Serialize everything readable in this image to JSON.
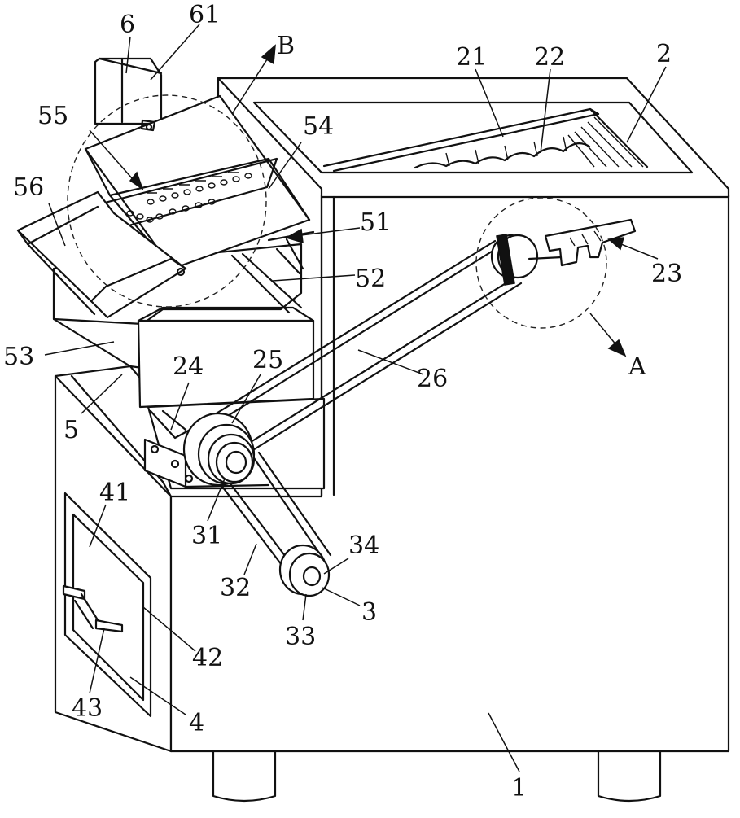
{
  "figure": {
    "labels": {
      "l1": "1",
      "l2": "2",
      "l21": "21",
      "l22": "22",
      "l23": "23",
      "l24": "24",
      "l25": "25",
      "l26": "26",
      "l3": "3",
      "l31": "31",
      "l32": "32",
      "l33": "33",
      "l34": "34",
      "l4": "4",
      "l41": "41",
      "l42": "42",
      "l43": "43",
      "l5": "5",
      "l51": "51",
      "l52": "52",
      "l53": "53",
      "l54": "54",
      "l55": "55",
      "l56": "56",
      "l6": "6",
      "l61": "61",
      "lA": "A",
      "lB": "B"
    }
  }
}
